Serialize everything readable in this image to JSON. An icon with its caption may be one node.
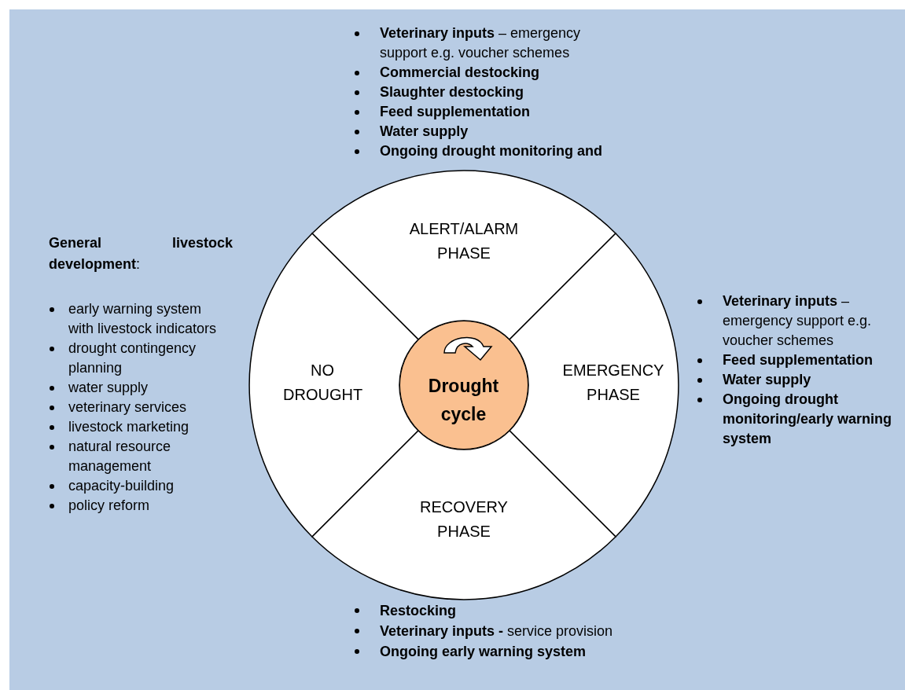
{
  "diagram": {
    "nodes": [
      {
        "text": [
          "ALERT/ALARM PHASE"
        ]
      },
      {
        "text": [
          "NO DROUGHT"
        ]
      },
      {
        "text": [
          "EMERGENCY PHASE"
        ]
      },
      {
        "text": [
          "RECOVERY PHASE"
        ]
      },
      {
        "text": [
          "Drought cycle"
        ]
      }
    ],
    "edges": [],
    "labels": [
      "**Veterinary inputs** – emergency support e.g. voucher schemes",
      "Commercial destocking",
      "Slaughter destocking",
      "Feed supplementation",
      "Water supply",
      "Ongoing drought monitoring and",
      "**General livestock development**:",
      "early warning system with livestock indicators",
      "drought contingency planning",
      "water supply",
      "veterinary services",
      "livestock marketing",
      "natural resource management",
      "capacity-building",
      "policy reform",
      "**Veterinary inputs** – emergency support e.g. voucher schemes",
      "Feed supplementation",
      "Water supply",
      "Ongoing drought monitoring/early warning system",
      "Restocking",
      "**Veterinary inputs -** service provision",
      "Ongoing early warning system"
    ]
  }
}
